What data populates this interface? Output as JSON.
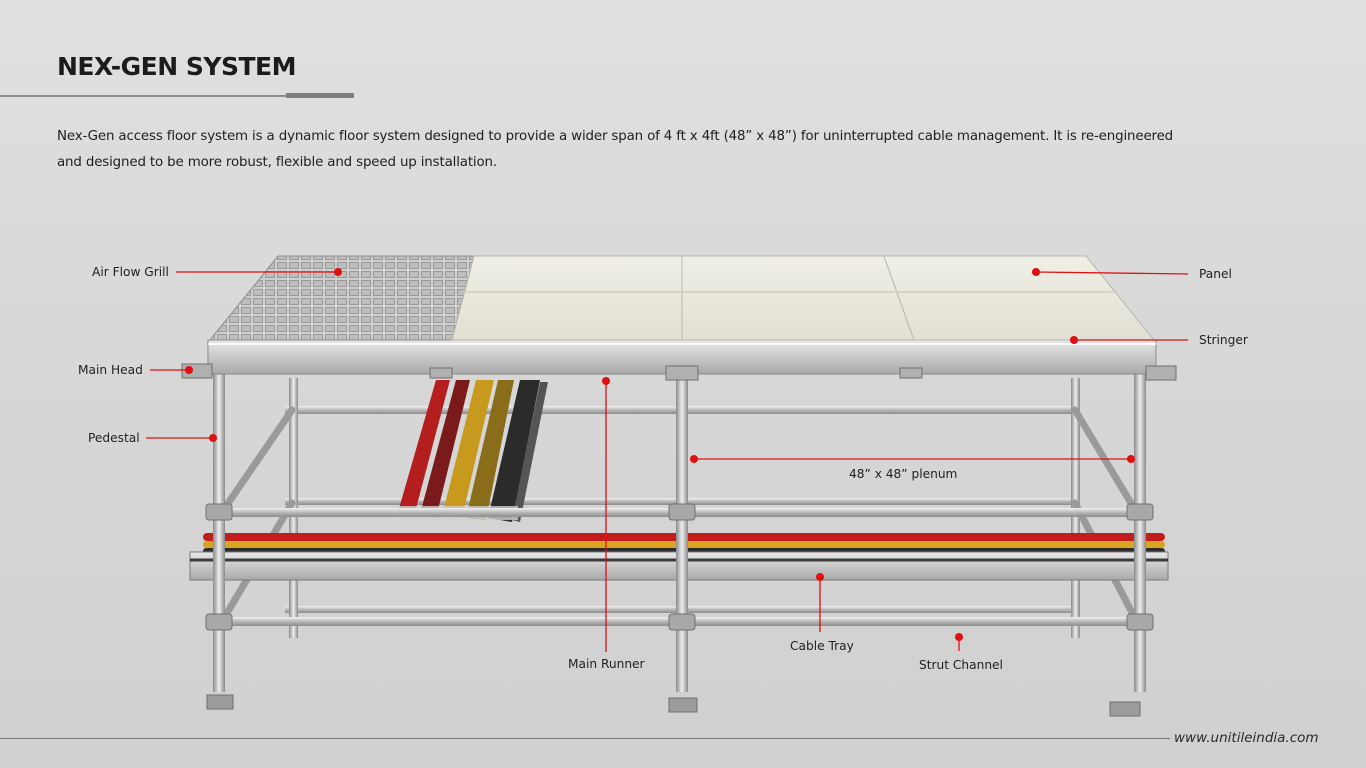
{
  "title": "NEX-GEN SYSTEM",
  "intro": "Nex-Gen access floor system is a dynamic floor system designed to provide a wider span of 4 ft x 4ft (48” x 48”) for uninterrupted cable management. It is re-engineered and designed to be more robust, flexible and speed up installation.",
  "labels": {
    "air_flow_grill": "Air Flow Grill",
    "panel": "Panel",
    "stringer": "Stringer",
    "main_head": "Main Head",
    "pedestal": "Pedestal",
    "plenum": "48” x 48” plenum",
    "cable_tray": "Cable Tray",
    "main_runner": "Main Runner",
    "strut_channel": "Strut Channel"
  },
  "footer": {
    "url": "www.unitileindia.com"
  },
  "colors": {
    "callout": "#e01010",
    "title": "#1b1b1b",
    "background": "#d9d9d9"
  }
}
